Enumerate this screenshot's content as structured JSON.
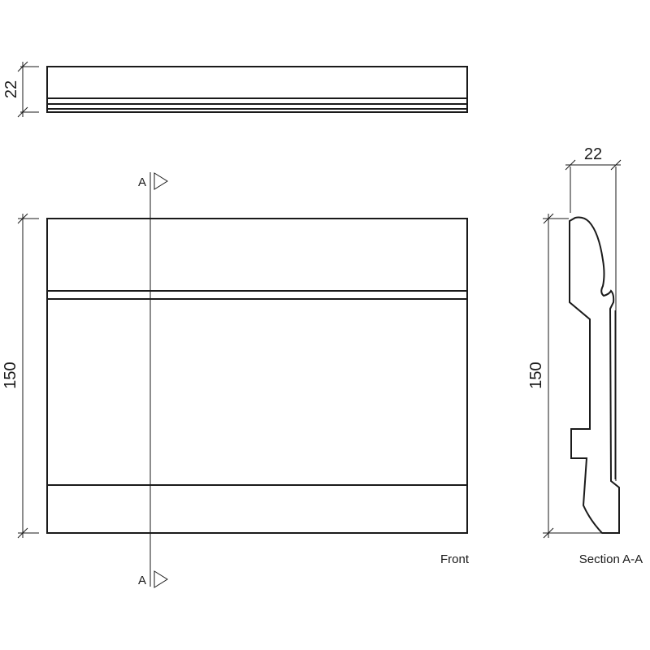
{
  "top_view": {
    "dimension": "22"
  },
  "front_view": {
    "dimension": "150",
    "caption": "Front"
  },
  "section_marker": {
    "label_top": "A",
    "label_bottom": "A"
  },
  "section_view": {
    "width_dimension": "22",
    "height_dimension": "150",
    "caption": "Section A-A"
  }
}
